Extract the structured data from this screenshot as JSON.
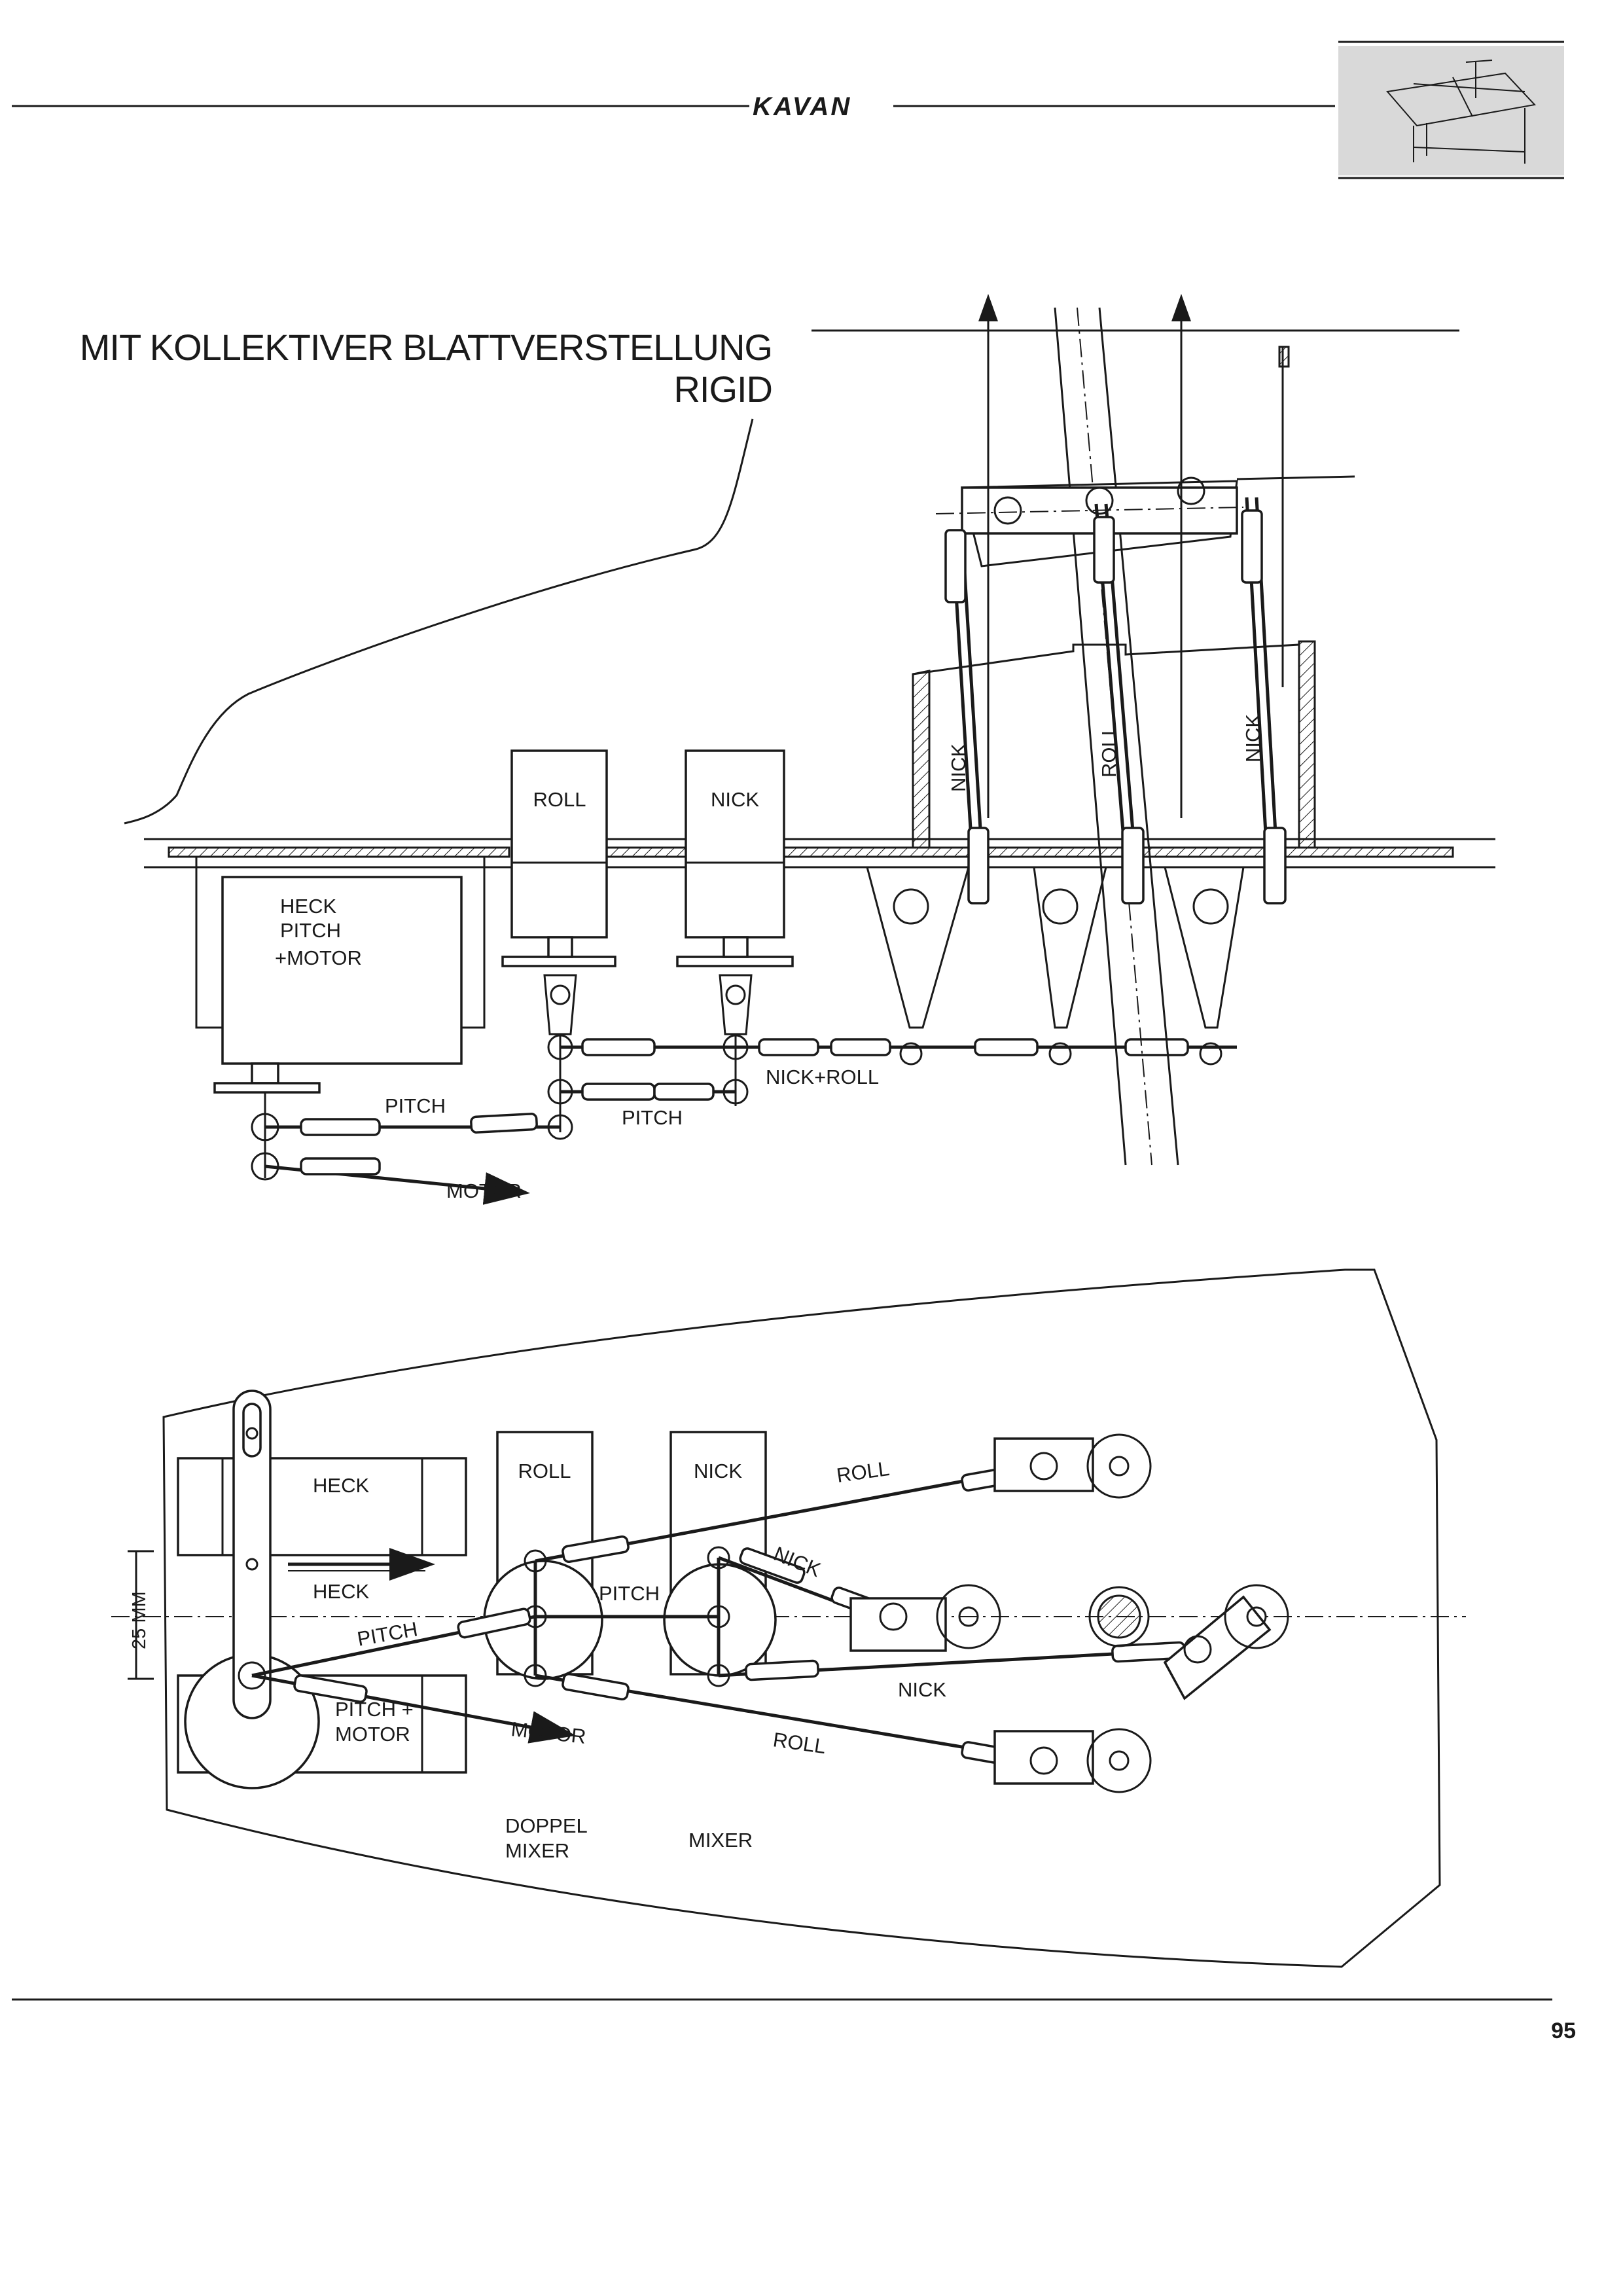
{
  "header": {
    "brand": "KAVAN",
    "thumbnail_icon": "drafting-table-icon"
  },
  "title": {
    "line1": "MIT KOLLEKTIVER BLATTVERSTELLUNG",
    "line2": "RIGID"
  },
  "side_view": {
    "servo_roll": "ROLL",
    "servo_nick": "NICK",
    "servo_heck_l1": "HECK",
    "servo_heck_l2": "PITCH",
    "servo_heck_l3": "+MOTOR",
    "rod_nick_left": "NICK",
    "rod_roll": "ROLL",
    "rod_nick_right": "NICK",
    "link_pitch_a": "PITCH",
    "link_pitch_b": "PITCH",
    "link_nick_roll": "NICK+ROLL",
    "link_motor": "MOTOR"
  },
  "top_view": {
    "servo_heck": "HECK",
    "servo_roll": "ROLL",
    "servo_nick": "NICK",
    "label_heck_arrow": "HECK",
    "dimension": "25 MM",
    "link_pitch_left": "PITCH",
    "link_pitch_mid": "PITCH",
    "link_roll_top": "ROLL",
    "link_nick_top": "NICK",
    "link_nick_bottom": "NICK",
    "link_roll_bottom": "ROLL",
    "servo_pitch_motor_l1": "PITCH +",
    "servo_pitch_motor_l2": "MOTOR",
    "link_motor": "MOTOR",
    "mixer_doppel_l1": "DOPPEL",
    "mixer_doppel_l2": "MIXER",
    "mixer_single": "MIXER"
  },
  "footer": {
    "page_number": "95"
  }
}
